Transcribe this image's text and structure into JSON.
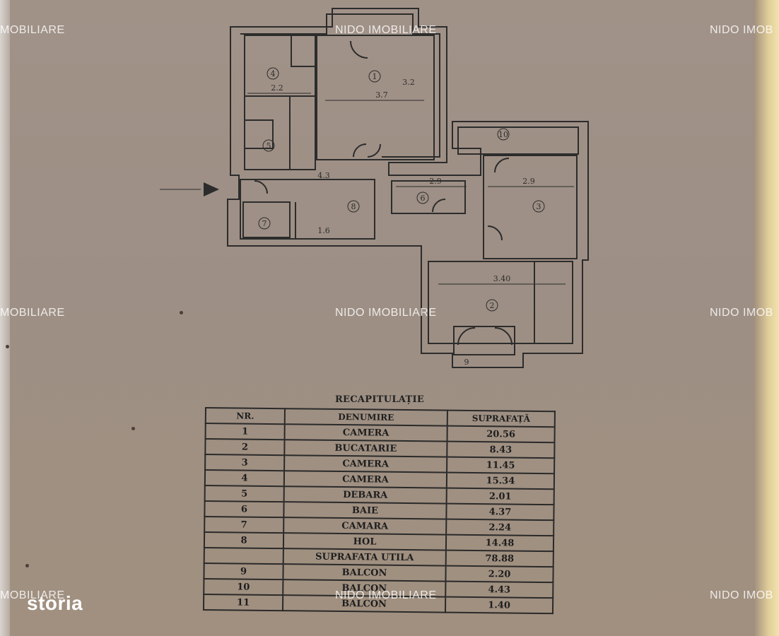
{
  "floor_plan": {
    "room_numbers": [
      "1",
      "2",
      "3",
      "4",
      "5",
      "6",
      "7",
      "8",
      "9",
      "10"
    ],
    "dimensions": [
      "2.2",
      "3.7",
      "4.3",
      "2.9",
      "2.9",
      "1.6",
      "3.40",
      "3.2"
    ]
  },
  "table": {
    "title": "RECAPITULAȚIE",
    "headers": {
      "nr": "NR.",
      "name": "DENUMIRE",
      "area": "SUPRAFAȚĂ"
    },
    "rows": [
      {
        "nr": "1",
        "name": "CAMERA",
        "area": "20.56"
      },
      {
        "nr": "2",
        "name": "BUCATARIE",
        "area": "8.43"
      },
      {
        "nr": "3",
        "name": "CAMERA",
        "area": "11.45"
      },
      {
        "nr": "4",
        "name": "CAMERA",
        "area": "15.34"
      },
      {
        "nr": "5",
        "name": "DEBARA",
        "area": "2.01"
      },
      {
        "nr": "6",
        "name": "BAIE",
        "area": "4.37"
      },
      {
        "nr": "7",
        "name": "CAMARA",
        "area": "2.24"
      },
      {
        "nr": "8",
        "name": "HOL",
        "area": "14.48"
      },
      {
        "nr": "",
        "name": "SUPRAFATA UTILA",
        "area": "78.88"
      },
      {
        "nr": "9",
        "name": "BALCON",
        "area": "2.20"
      },
      {
        "nr": "10",
        "name": "BALCON",
        "area": "4.43"
      },
      {
        "nr": "11",
        "name": "BALCON",
        "area": "1.40"
      }
    ]
  },
  "watermark": "NIDO IMOBILIARE",
  "watermark_clipped_left": "MOBILIARE",
  "watermark_clipped_right": "NIDO IMOB",
  "logo": "storia",
  "colors": {
    "paper": "#9d8f85",
    "ink": "#2a2a2a",
    "watermark": "#ffffff"
  }
}
